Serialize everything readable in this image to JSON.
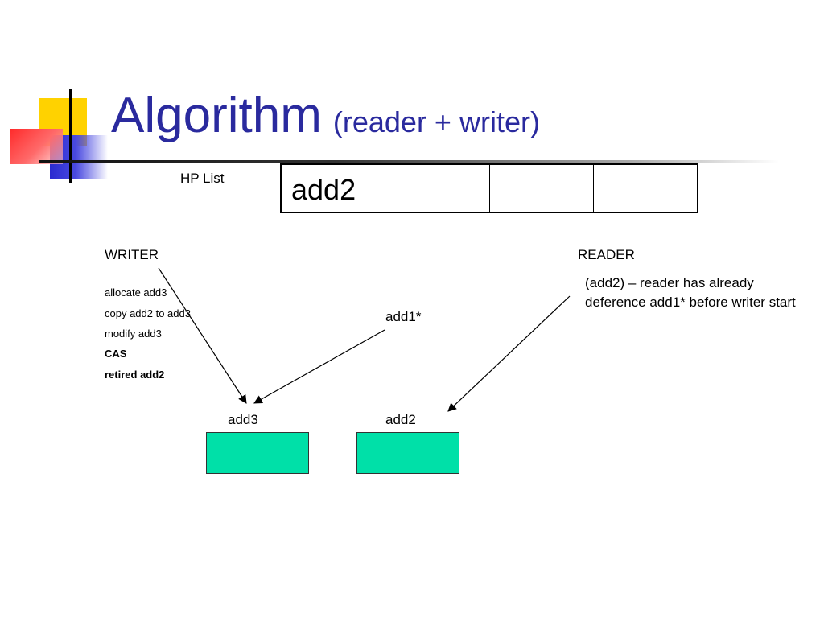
{
  "title": {
    "main": "Algorithm",
    "sub": "(reader + writer)"
  },
  "hp_list": {
    "label": "HP List",
    "cells": [
      "add2",
      "",
      "",
      ""
    ]
  },
  "writer": {
    "label": "WRITER",
    "steps": [
      "allocate add3",
      "copy add2 to add3",
      "modify add3",
      "CAS",
      "retired add2"
    ]
  },
  "reader": {
    "label": "READER",
    "note": "(add2) – reader has already deference add1* before writer start"
  },
  "pointer_label": "add1*",
  "nodes": [
    {
      "label": "add3"
    },
    {
      "label": "add2"
    }
  ],
  "colors": {
    "title": "#2a2a9e",
    "node_fill": "#00e0a8"
  }
}
